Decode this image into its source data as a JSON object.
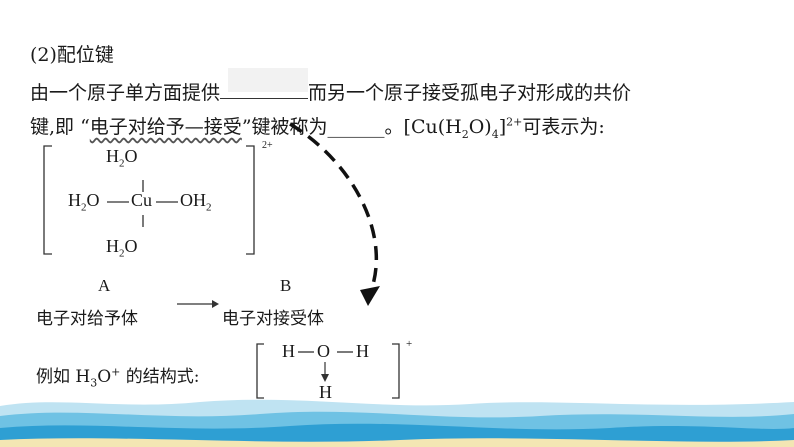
{
  "section": {
    "heading": "(2)配位键"
  },
  "paragraph": {
    "line1_a": "由一个原子单方面提供",
    "line1_b": "而另一个原子接受孤电子对形成的共价",
    "line2_a": "键,即 “",
    "line2_wavy": "电子对给予—接受",
    "line2_b": "”键被称为",
    "line2_blank": "______",
    "line2_c": "。[Cu(H",
    "line2_sub1": "2",
    "line2_d": "O)",
    "line2_sub2": "4",
    "line2_e": "]",
    "line2_sup": "2+",
    "line2_f": "可表示为:"
  },
  "complex": {
    "top_ligand": "H",
    "top_sub": "2",
    "top_o": "O",
    "left_h": "H",
    "left_sub": "2",
    "left_o": "O",
    "center": "Cu",
    "right_o": "OH",
    "right_sub": "2",
    "bottom_h": "H",
    "bottom_sub": "2",
    "bottom_o": "O",
    "charge": "2+"
  },
  "legend": {
    "label_a": "A",
    "label_b": "B",
    "donor": "电子对给予体",
    "acceptor": "电子对接受体"
  },
  "example": {
    "prefix": "例如 H",
    "sub": "3",
    "o": "O",
    "sup": "+",
    "suffix": " 的结构式:",
    "h_left": "H",
    "o_center": "O",
    "h_right": "H",
    "h_bottom": "H",
    "charge": "+"
  },
  "colors": {
    "text": "#1a1a1a",
    "sea_light": "#bfe3f2",
    "sea_mid": "#6fc2e4",
    "sea_dark": "#2e9fd3",
    "sand": "#f3e6b3"
  }
}
